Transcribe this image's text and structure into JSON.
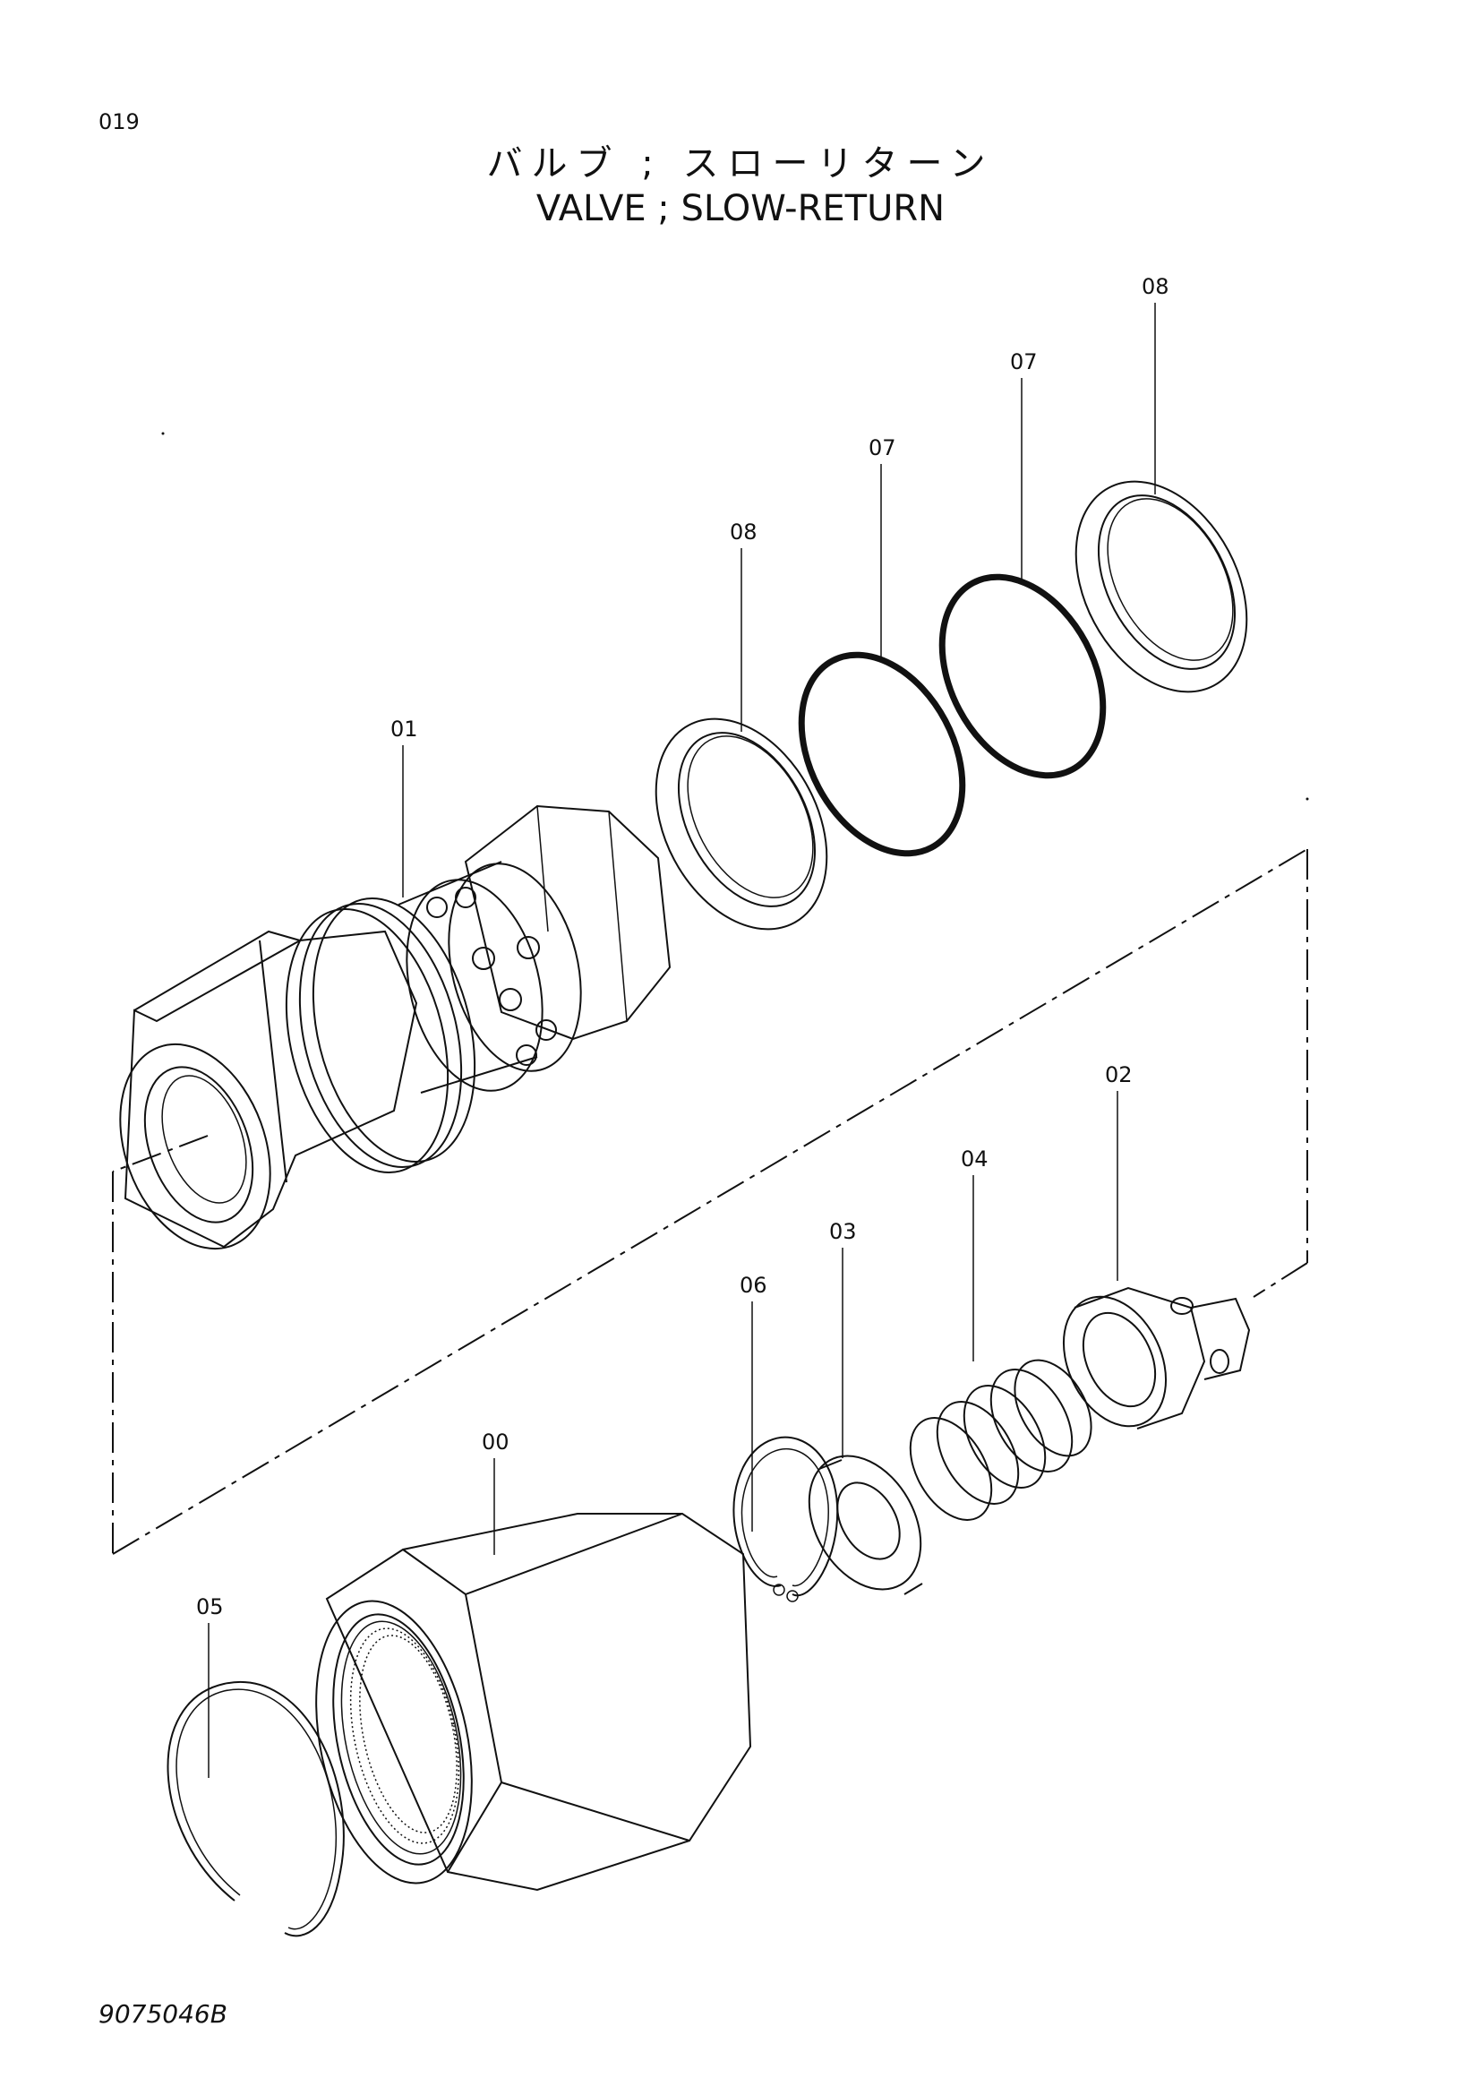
{
  "header": {
    "page_number": "019",
    "title_jp": "バルブ ; スローリターン",
    "title_en": "VALVE ; SLOW-RETURN"
  },
  "footer": {
    "drawing_id": "9075046B"
  },
  "parts": [
    {
      "callout": "00"
    },
    {
      "callout": "01"
    },
    {
      "callout": "02"
    },
    {
      "callout": "03"
    },
    {
      "callout": "04"
    },
    {
      "callout": "05"
    },
    {
      "callout": "06"
    },
    {
      "callout": "07"
    },
    {
      "callout": "07"
    },
    {
      "callout": "08"
    },
    {
      "callout": "08"
    }
  ]
}
